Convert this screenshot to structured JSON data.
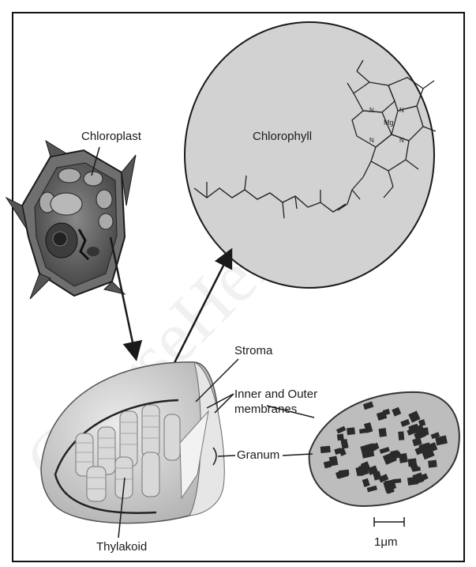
{
  "labels": {
    "chloroplast": "Chloroplast",
    "chlorophyll": "Chlorophyll",
    "stroma": "Stroma",
    "membranes_line1": "Inner and Outer",
    "membranes_line2": "membranes",
    "granum": "Granum",
    "thylakoid": "Thylakoid",
    "scale": "1μm",
    "mg": "Mg",
    "nitrogen": "N"
  },
  "watermark": "CourseHero.com",
  "colors": {
    "ink": "#1a1a1a",
    "circle_fill": "#d2d2d2",
    "organelle_fill": "#c9c9c9",
    "dark_block": "#2a2a2a",
    "cell_dark": "#555555"
  }
}
